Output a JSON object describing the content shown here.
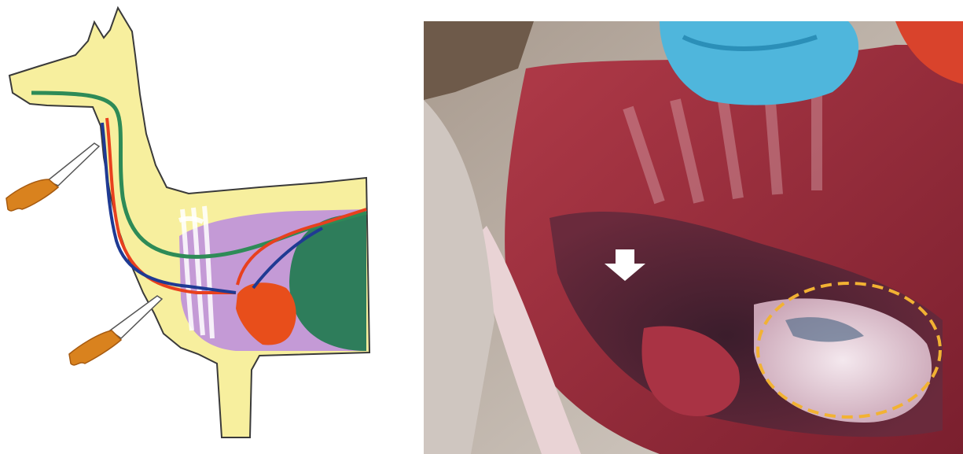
{
  "figure": {
    "left_panel": {
      "kind": "schematic",
      "subject": "llama-silhouette",
      "colors": {
        "body": "#f7ef9e",
        "outline": "#3a3a3a",
        "carotid_line": "#2e8b57",
        "artery_line": "#e8401e",
        "vein_line": "#1f3a93",
        "thoracic_cavity": "#c49ad6",
        "heart": "#e84e1b",
        "rumen": "#2e7d5b",
        "knife_blade": "#ffffff",
        "knife_handle": "#d9821e",
        "ribs": "#ffffff"
      },
      "knives": [
        {
          "position": "neck"
        },
        {
          "position": "chest"
        }
      ]
    },
    "right_panel": {
      "kind": "photograph",
      "subject": "opened-thoracic-cavity",
      "markers": {
        "arrow": {
          "color": "#ffffff",
          "direction": "down"
        },
        "ellipse": {
          "color": "#f2b233",
          "style": "dashed"
        }
      }
    }
  }
}
